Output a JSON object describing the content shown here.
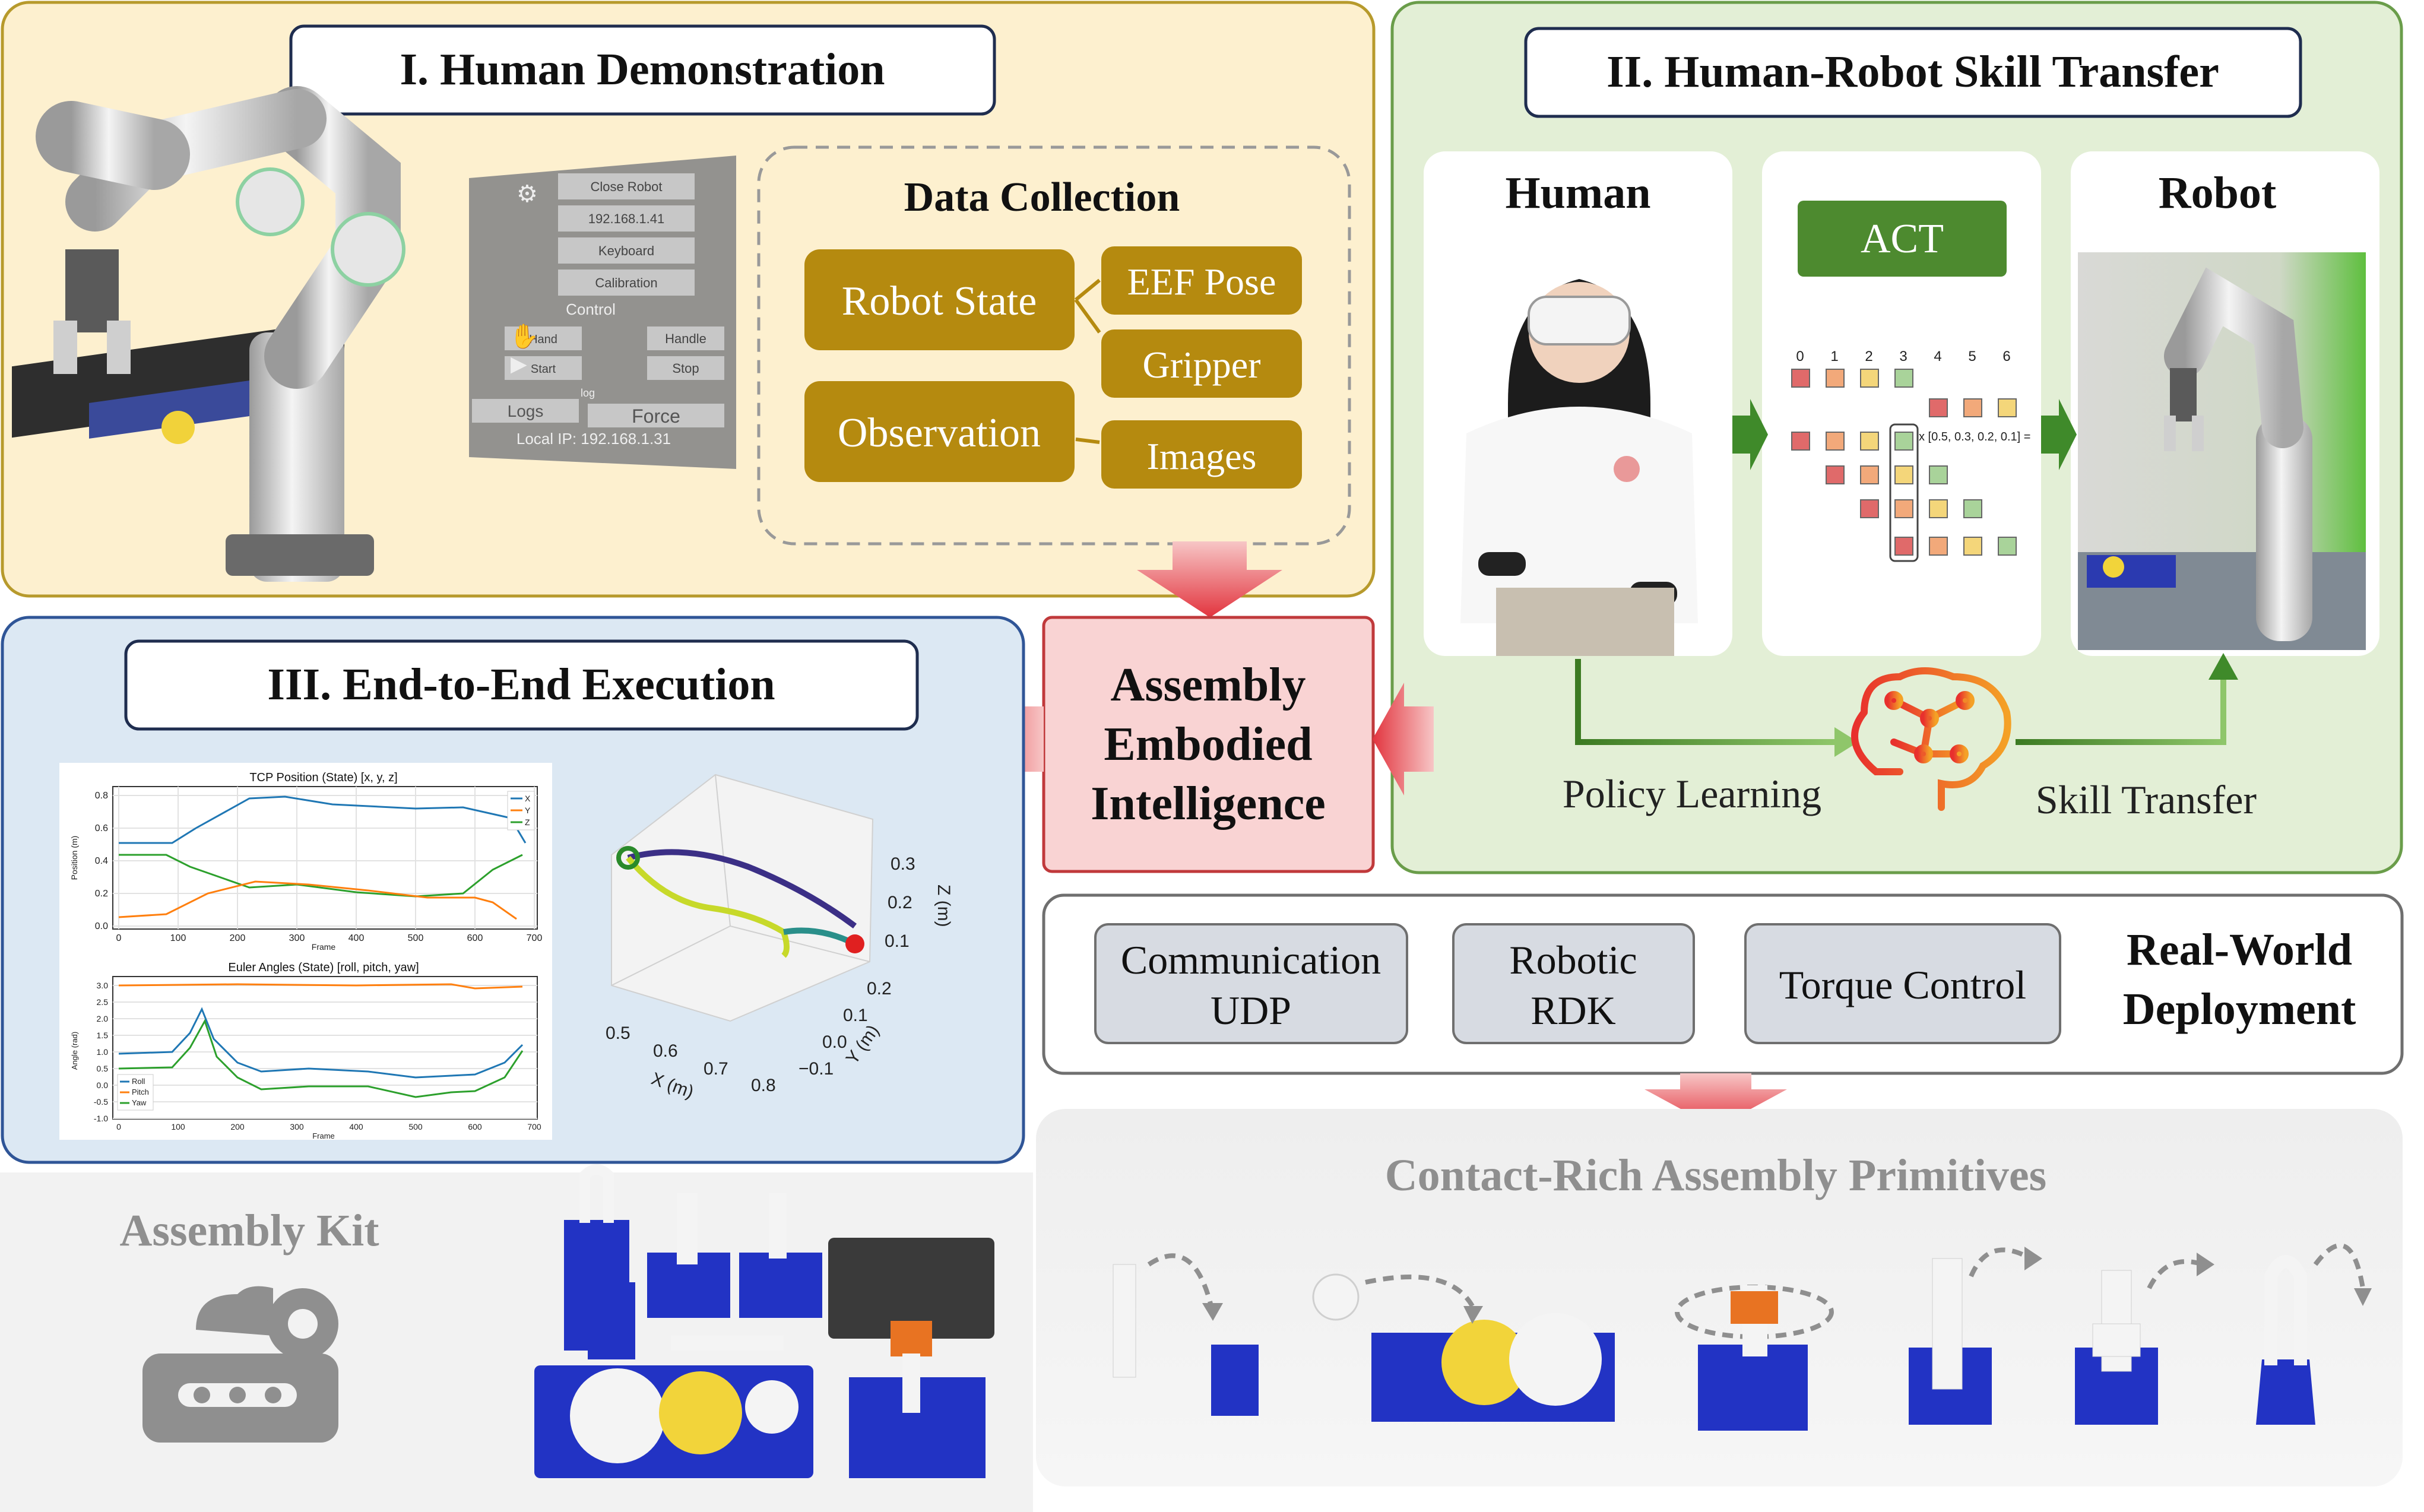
{
  "panels": {
    "human_demo": {
      "title": "I. Human Demonstration",
      "data_collection": {
        "title": "Data Collection",
        "robot_state": "Robot State",
        "observation": "Observation",
        "eef_pose": "EEF Pose",
        "gripper": "Gripper",
        "images": "Images"
      },
      "vr_menu": {
        "close_robot": "Close Robot",
        "ip": "192.168.1.41",
        "keyboard": "Keyboard",
        "calibration": "Calibration",
        "control": "Control",
        "hand": "Hand",
        "handle": "Handle",
        "start": "Start",
        "stop": "Stop",
        "log": "log",
        "logs": "Logs",
        "force": "Force",
        "local_ip": "Local IP: 192.168.1.31"
      }
    },
    "skill_transfer": {
      "title": "II. Human-Robot Skill Transfer",
      "human": "Human",
      "robot": "Robot",
      "act": "ACT",
      "matrix_index": [
        "0",
        "1",
        "2",
        "3",
        "4",
        "5",
        "6"
      ],
      "vector": "x [0.5, 0.3, 0.2, 0.1] =",
      "policy_learning": "Policy Learning",
      "skill_transfer": "Skill Transfer"
    },
    "center": {
      "line1": "Assembly",
      "line2": "Embodied",
      "line3": "Intelligence"
    },
    "execution": {
      "title": "III. End-to-End Execution",
      "tcp_plot": {
        "title": "TCP Position (State) [x, y, z]",
        "ylabel": "Position (m)",
        "xlabel": "Frame",
        "yticks": [
          "0.8",
          "0.6",
          "0.4",
          "0.2",
          "0.0"
        ],
        "xticks": [
          "0",
          "100",
          "200",
          "300",
          "400",
          "500",
          "600",
          "700"
        ],
        "legend": [
          "X",
          "Y",
          "Z"
        ]
      },
      "euler_plot": {
        "title": "Euler Angles (State) [roll, pitch, yaw]",
        "ylabel": "Angle (rad)",
        "xlabel": "Frame",
        "yticks": [
          "3.0",
          "2.5",
          "2.0",
          "1.5",
          "1.0",
          "0.5",
          "0.0",
          "-0.5",
          "-1.0"
        ],
        "xticks": [
          "0",
          "100",
          "200",
          "300",
          "400",
          "500",
          "600",
          "700"
        ],
        "legend": [
          "Roll",
          "Pitch",
          "Yaw"
        ]
      },
      "traj3d": {
        "x_label": "X (m)",
        "y_label": "Y (m)",
        "z_label": "Z (m)",
        "x_ticks": [
          "0.5",
          "0.6",
          "0.7",
          "0.8"
        ],
        "y_ticks": [
          "0.2",
          "0.1",
          "0.0",
          "−0.1"
        ],
        "z_ticks": [
          "0.3",
          "0.2",
          "0.1"
        ]
      }
    },
    "deployment": {
      "communication": [
        "Communication",
        "UDP"
      ],
      "robotic": [
        "Robotic",
        "RDK"
      ],
      "torque": "Torque Control",
      "title": [
        "Real-World",
        "Deployment"
      ]
    },
    "kit": {
      "title": "Assembly Kit"
    },
    "primitives": {
      "title": "Contact-Rich Assembly Primitives"
    }
  },
  "colors": {
    "demo_bg": "#fdf0cf",
    "demo_border": "#b79a2c",
    "gold_box": "#b58a0f",
    "transfer_bg": "#e3efd6",
    "transfer_border": "#6a9d4a",
    "act_green": "#4d8a2f",
    "exec_bg": "#dce8f3",
    "exec_border": "#2f5597",
    "center_bg": "#f9d3d3",
    "center_border": "#c0393b",
    "arrow_red": "#e2343e",
    "deploy_box": "#d7dbe2",
    "kit_text": "#8f8f8f",
    "blue_part": "#2233c4"
  }
}
